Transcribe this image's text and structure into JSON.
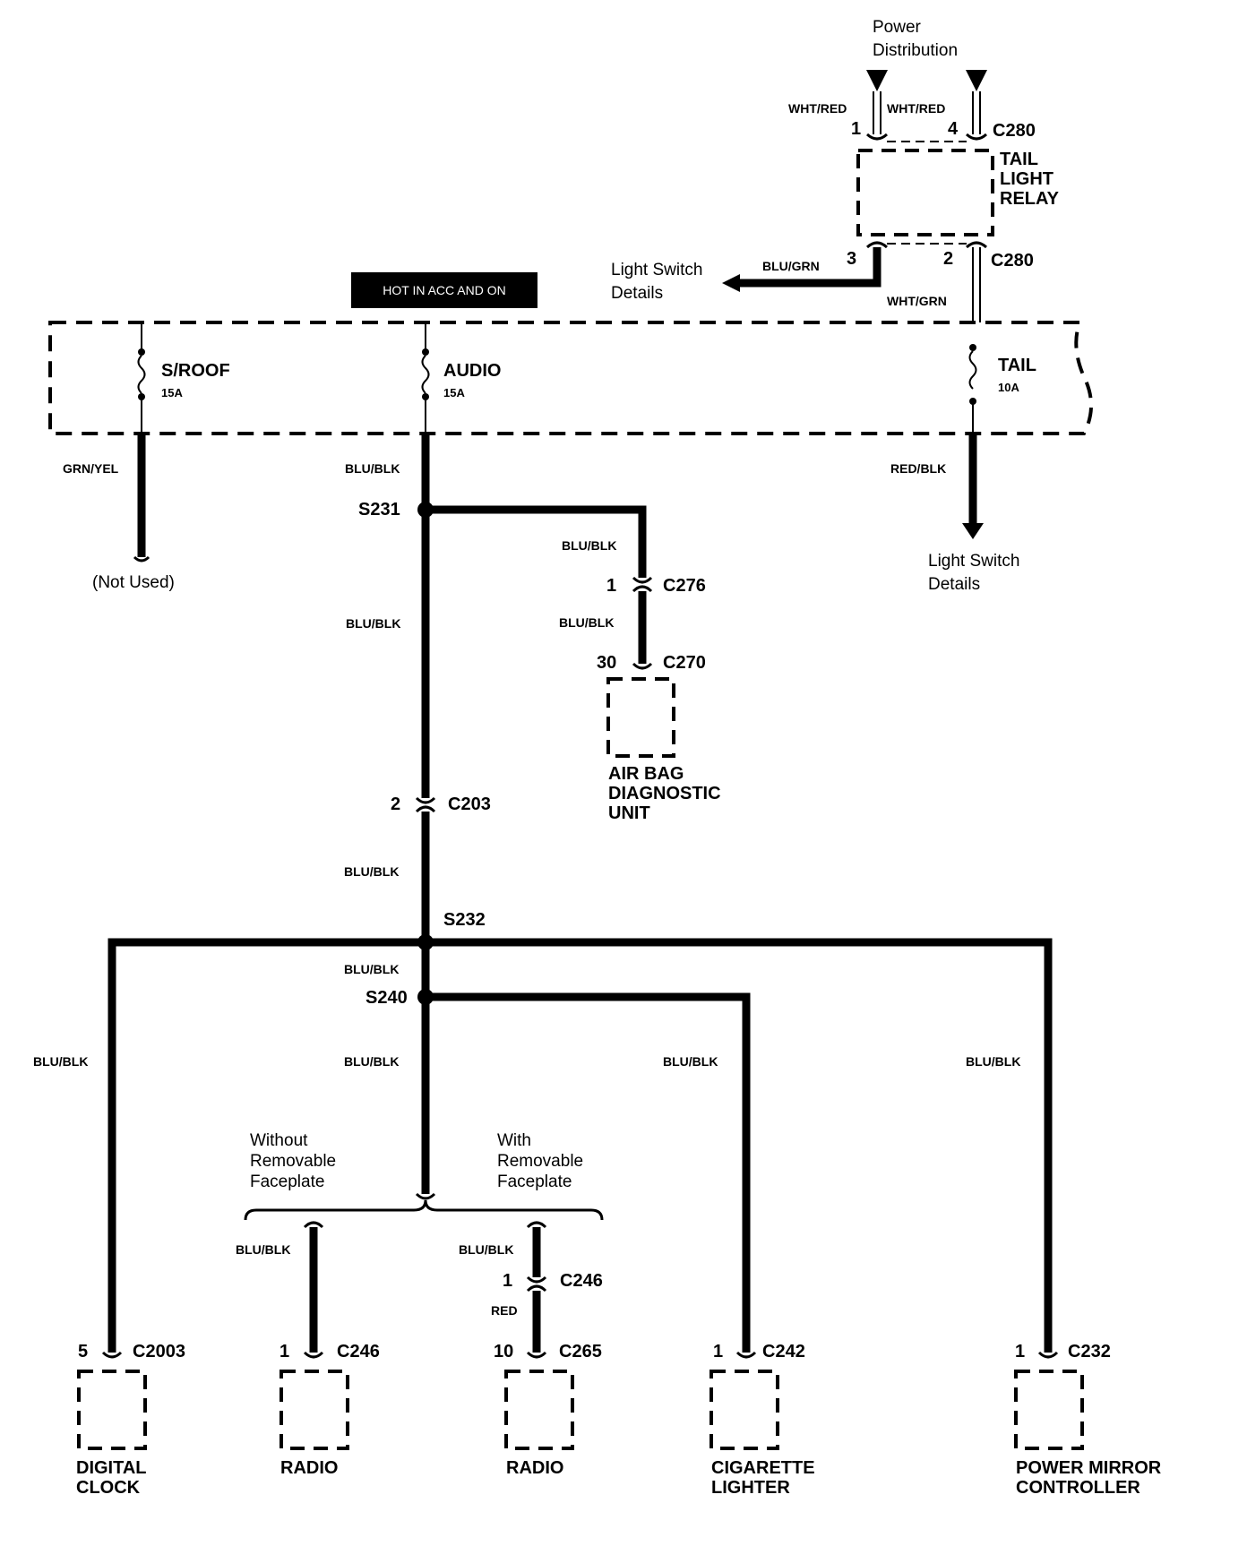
{
  "power": {
    "label_line1": "Power",
    "label_line2": "Distribution"
  },
  "relay": {
    "line1": "TAIL",
    "line2": "LIGHT",
    "line3": "RELAY",
    "connector_top": "C280",
    "connector_bottom": "C280",
    "pin_top_left": "1",
    "pin_top_right": "4",
    "pin_bottom_left": "3",
    "pin_bottom_right": "2",
    "wire_top_left": "WHT/RED",
    "wire_top_right": "WHT/RED",
    "wire_out_left": "BLU/GRN",
    "wire_out_right": "WHT/GRN"
  },
  "light_switch_top": {
    "line1": "Light Switch",
    "line2": "Details"
  },
  "light_switch_right": {
    "line1": "Light Switch",
    "line2": "Details"
  },
  "hot_label": "HOT IN ACC AND ON",
  "fuses": {
    "sroof": {
      "name": "S/ROOF",
      "rating": "15A",
      "wire": "GRN/YEL",
      "note": "(Not Used)"
    },
    "audio": {
      "name": "AUDIO",
      "rating": "15A",
      "wire": "BLU/BLK"
    },
    "tail": {
      "name": "TAIL",
      "rating": "10A",
      "wire": "RED/BLK"
    }
  },
  "splices": {
    "s231": "S231",
    "s232": "S232",
    "s240": "S240"
  },
  "airbag": {
    "wire1": "BLU/BLK",
    "pin1": "1",
    "conn1": "C276",
    "wire2": "BLU/BLK",
    "pin2": "30",
    "conn2": "C270",
    "line1": "AIR BAG",
    "line2": "DIAGNOSTIC",
    "line3": "UNIT"
  },
  "main": {
    "wire_a": "BLU/BLK",
    "pin_c203": "2",
    "conn_c203": "C203",
    "wire_b": "BLU/BLK",
    "wire_c": "BLU/BLK",
    "wire_d": "BLU/BLK"
  },
  "faceplate": {
    "without_1": "Without",
    "without_2": "Removable",
    "without_3": "Faceplate",
    "with_1": "With",
    "with_2": "Removable",
    "with_3": "Faceplate"
  },
  "components": {
    "clock": {
      "wire": "BLU/BLK",
      "pin": "5",
      "conn": "C2003",
      "line1": "DIGITAL",
      "line2": "CLOCK"
    },
    "radio1": {
      "wire": "BLU/BLK",
      "pin": "1",
      "conn": "C246",
      "line1": "RADIO"
    },
    "radio2": {
      "wire1": "BLU/BLK",
      "pin_mid": "1",
      "conn_mid": "C246",
      "wire2": "RED",
      "pin": "10",
      "conn": "C265",
      "line1": "RADIO"
    },
    "lighter": {
      "wire": "BLU/BLK",
      "pin": "1",
      "conn": "C242",
      "line1": "CIGARETTE",
      "line2": "LIGHTER"
    },
    "mirror": {
      "wire": "BLU/BLK",
      "pin": "1",
      "conn": "C232",
      "line1": "POWER MIRROR",
      "line2": "CONTROLLER"
    }
  }
}
